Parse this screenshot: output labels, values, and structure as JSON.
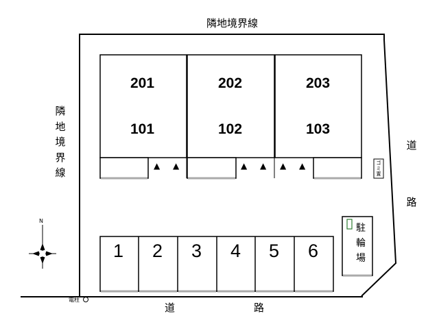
{
  "labels": {
    "top_boundary": "隣地境界線",
    "left_boundary": "隣地境界線",
    "right_road": "道路",
    "bottom_road_1": "道",
    "bottom_road_2": "路",
    "utility_pole": "電柱",
    "garbage": "ゴミ置",
    "bicycle": "駐輪場",
    "north": "N"
  },
  "units": [
    {
      "upper": "201",
      "lower": "101"
    },
    {
      "upper": "202",
      "lower": "102"
    },
    {
      "upper": "203",
      "lower": "103"
    }
  ],
  "parking": [
    "1",
    "2",
    "3",
    "4",
    "5",
    "6"
  ],
  "entrance_marker": "▲"
}
